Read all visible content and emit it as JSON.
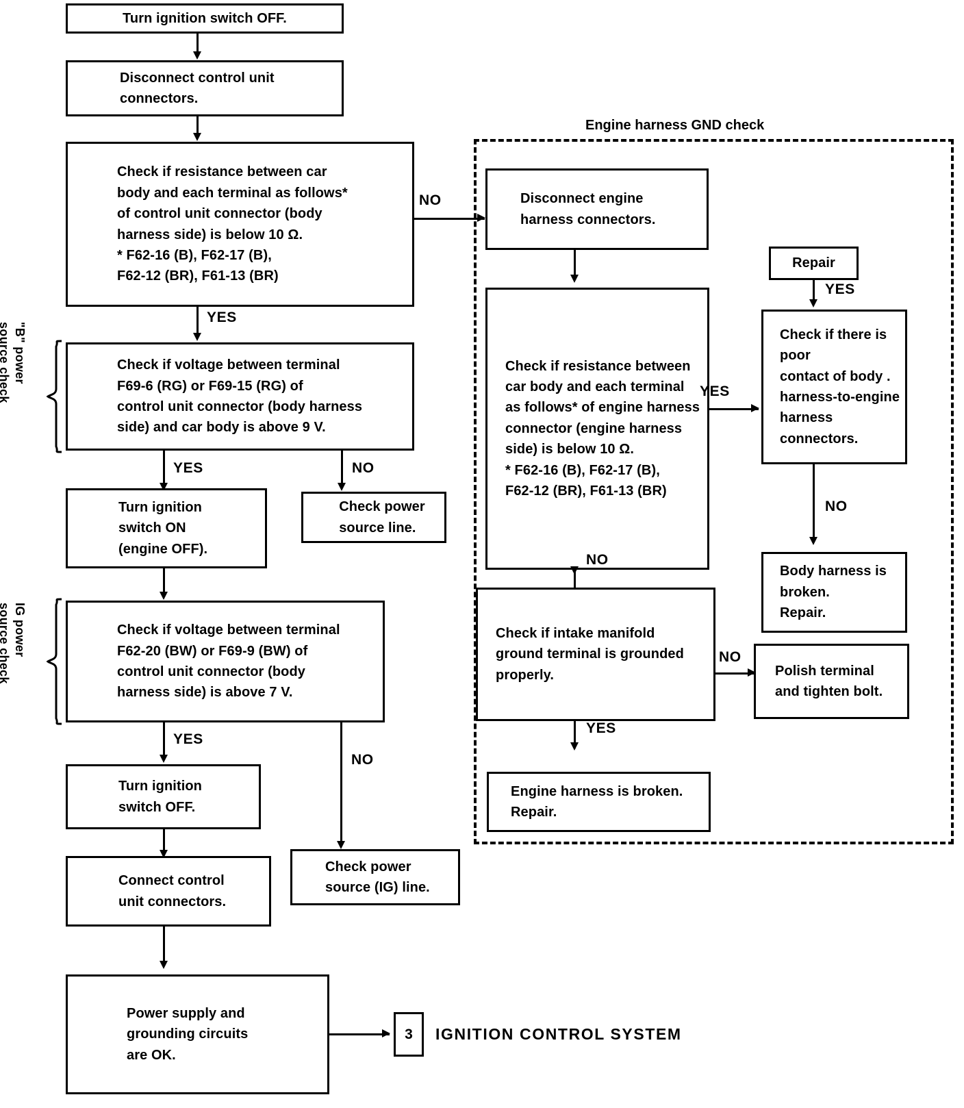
{
  "diagram": {
    "section_title": "Engine harness GND check",
    "side_labels": {
      "b_power": "\"B\" power\nsource check",
      "ig_power": "IG power\nsource check"
    },
    "reference": {
      "number": "3",
      "text": "IGNITION CONTROL SYSTEM"
    },
    "edge_labels": {
      "yes": "YES",
      "no": "NO"
    },
    "nodes": {
      "turn_ignition_off": "Turn ignition switch OFF.",
      "disconnect_control_unit": "Disconnect control unit\nconnectors.",
      "check_resistance_body": "Check if resistance between car\nbody and each terminal as follows*\nof control unit connector (body\nharness side) is below 10 Ω.\n    * F62-16 (B), F62-17 (B),\n       F62-12 (BR), F61-13 (BR)",
      "check_voltage_b": "Check if voltage between terminal\nF69-6 (RG) or F69-15 (RG) of\ncontrol unit connector (body harness\nside) and car body is above 9 V.",
      "check_power_source_line": "Check power\nsource line.",
      "turn_ignition_on": "Turn ignition\nswitch ON\n(engine OFF).",
      "check_voltage_ig": "Check if voltage between terminal\nF62-20 (BW) or F69-9 (BW) of\ncontrol unit connector (body\nharness side) is above 7 V.",
      "turn_ignition_off_2": "Turn ignition\nswitch OFF.",
      "check_power_source_ig_line": "Check power\nsource (IG) line.",
      "connect_control_unit": "Connect control\nunit connectors.",
      "power_supply_ok": "Power supply and\ngrounding circuits\nare OK.",
      "disconnect_engine_harness": "Disconnect engine\nharness connectors.",
      "check_resistance_engine": "Check if resistance between\ncar body and each terminal\nas follows* of engine harness\nconnector (engine harness\nside) is below 10 Ω.\n  * F62-16 (B), F62-17 (B),\n     F62-12 (BR), F61-13 (BR)",
      "repair": "Repair",
      "check_poor_contact": "Check if there is poor\ncontact of body   .\nharness-to-engine\nharness connectors.",
      "body_harness_broken": "Body harness is\nbroken.\nRepair.",
      "check_intake_manifold": "Check if intake manifold\nground terminal is grounded\nproperly.",
      "polish_terminal": "Polish terminal\nand tighten bolt.",
      "engine_harness_broken": "Engine harness is broken.\nRepair."
    }
  }
}
